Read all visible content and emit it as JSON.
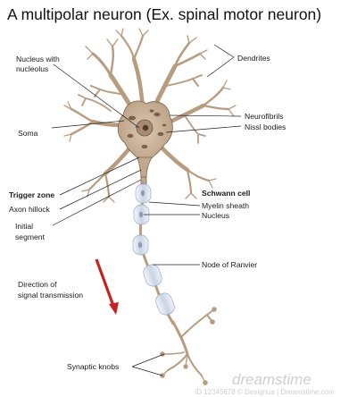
{
  "title": "A multipolar neuron (Ex. spinal motor neuron)",
  "labels": {
    "nucleus_with_nucleolus": [
      "Nucleus with",
      "nucleolus"
    ],
    "dendrites": "Dendrites",
    "soma": "Soma",
    "neurofibrils": "Neurofibrils",
    "nissl_bodies": "Nissl bodies",
    "trigger_zone": "Trigger zone",
    "axon_hillock": "Axon hillock",
    "initial_segment": [
      "Initial",
      "segment"
    ],
    "schwann_cell": "Schwann cell",
    "myelin_sheath": "Myelin sheath",
    "nucleus": "Nucleus",
    "node_of_ranvier": "Node of Ranvier",
    "direction": [
      "Direction of",
      "signal transmission"
    ],
    "synaptic_knobs": "Synaptic knobs"
  },
  "watermark": {
    "brand": "dreamstime",
    "id": "ID 12345678 © Designua | Dreamstime.com"
  },
  "colors": {
    "neuron_fill": "#c9b29a",
    "neuron_stroke": "#7a6550",
    "myelin": "#dce3ee",
    "arrow": "#c8201e"
  }
}
